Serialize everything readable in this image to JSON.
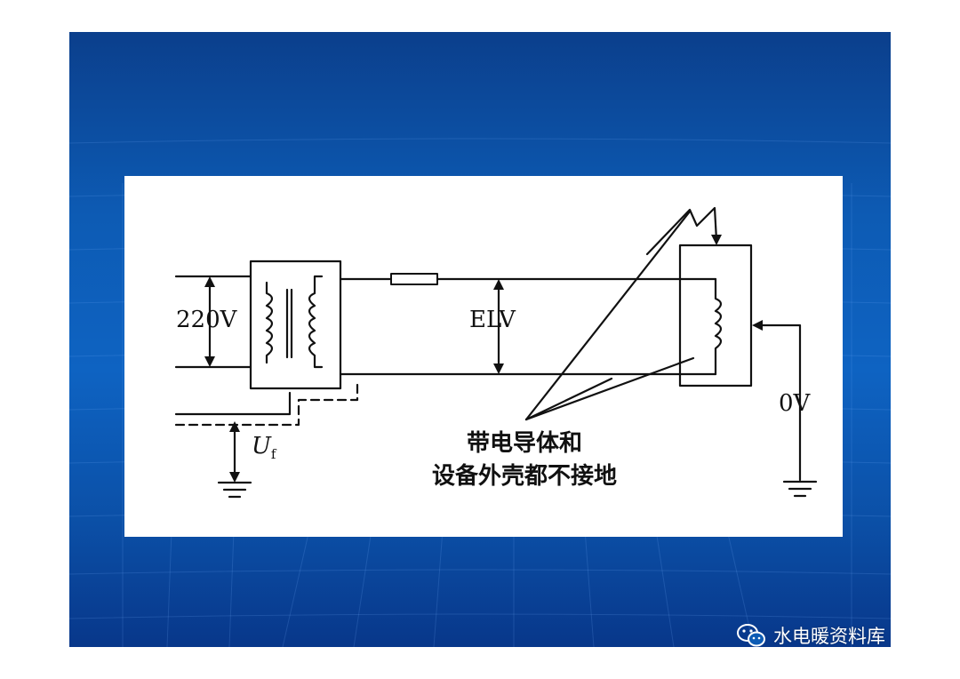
{
  "diagram": {
    "voltage_primary": "220V",
    "voltage_secondary": "ELV",
    "fault_voltage": "U",
    "fault_voltage_subscript": "f",
    "zero_volt": "0V",
    "caption_line1": "带电导体和",
    "caption_line2": "设备外壳都不接地"
  },
  "watermark": {
    "text": "水电暖资料库",
    "icon": "wechat-icon"
  },
  "colors": {
    "slide_background": "#0d5bb4",
    "figure_background": "#ffffff",
    "ink": "#111111"
  }
}
